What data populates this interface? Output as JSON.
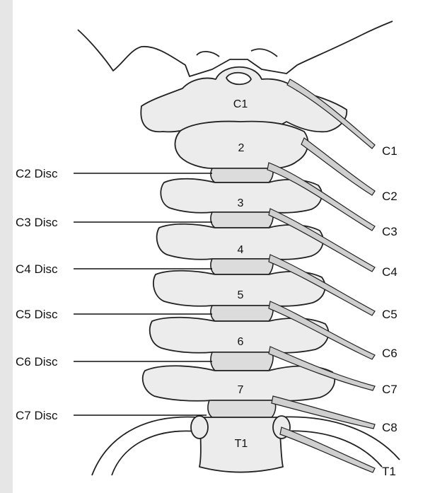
{
  "diagram": {
    "vertebra_labels": [
      "C1",
      "2",
      "3",
      "4",
      "5",
      "6",
      "7",
      "T1"
    ],
    "disc_labels": [
      "C2 Disc",
      "C3 Disc",
      "C4 Disc",
      "C5 Disc",
      "C6 Disc",
      "C7 Disc"
    ],
    "nerve_labels": [
      "C1",
      "C2",
      "C3",
      "C4",
      "C5",
      "C6",
      "C7",
      "C8",
      "T1"
    ]
  }
}
